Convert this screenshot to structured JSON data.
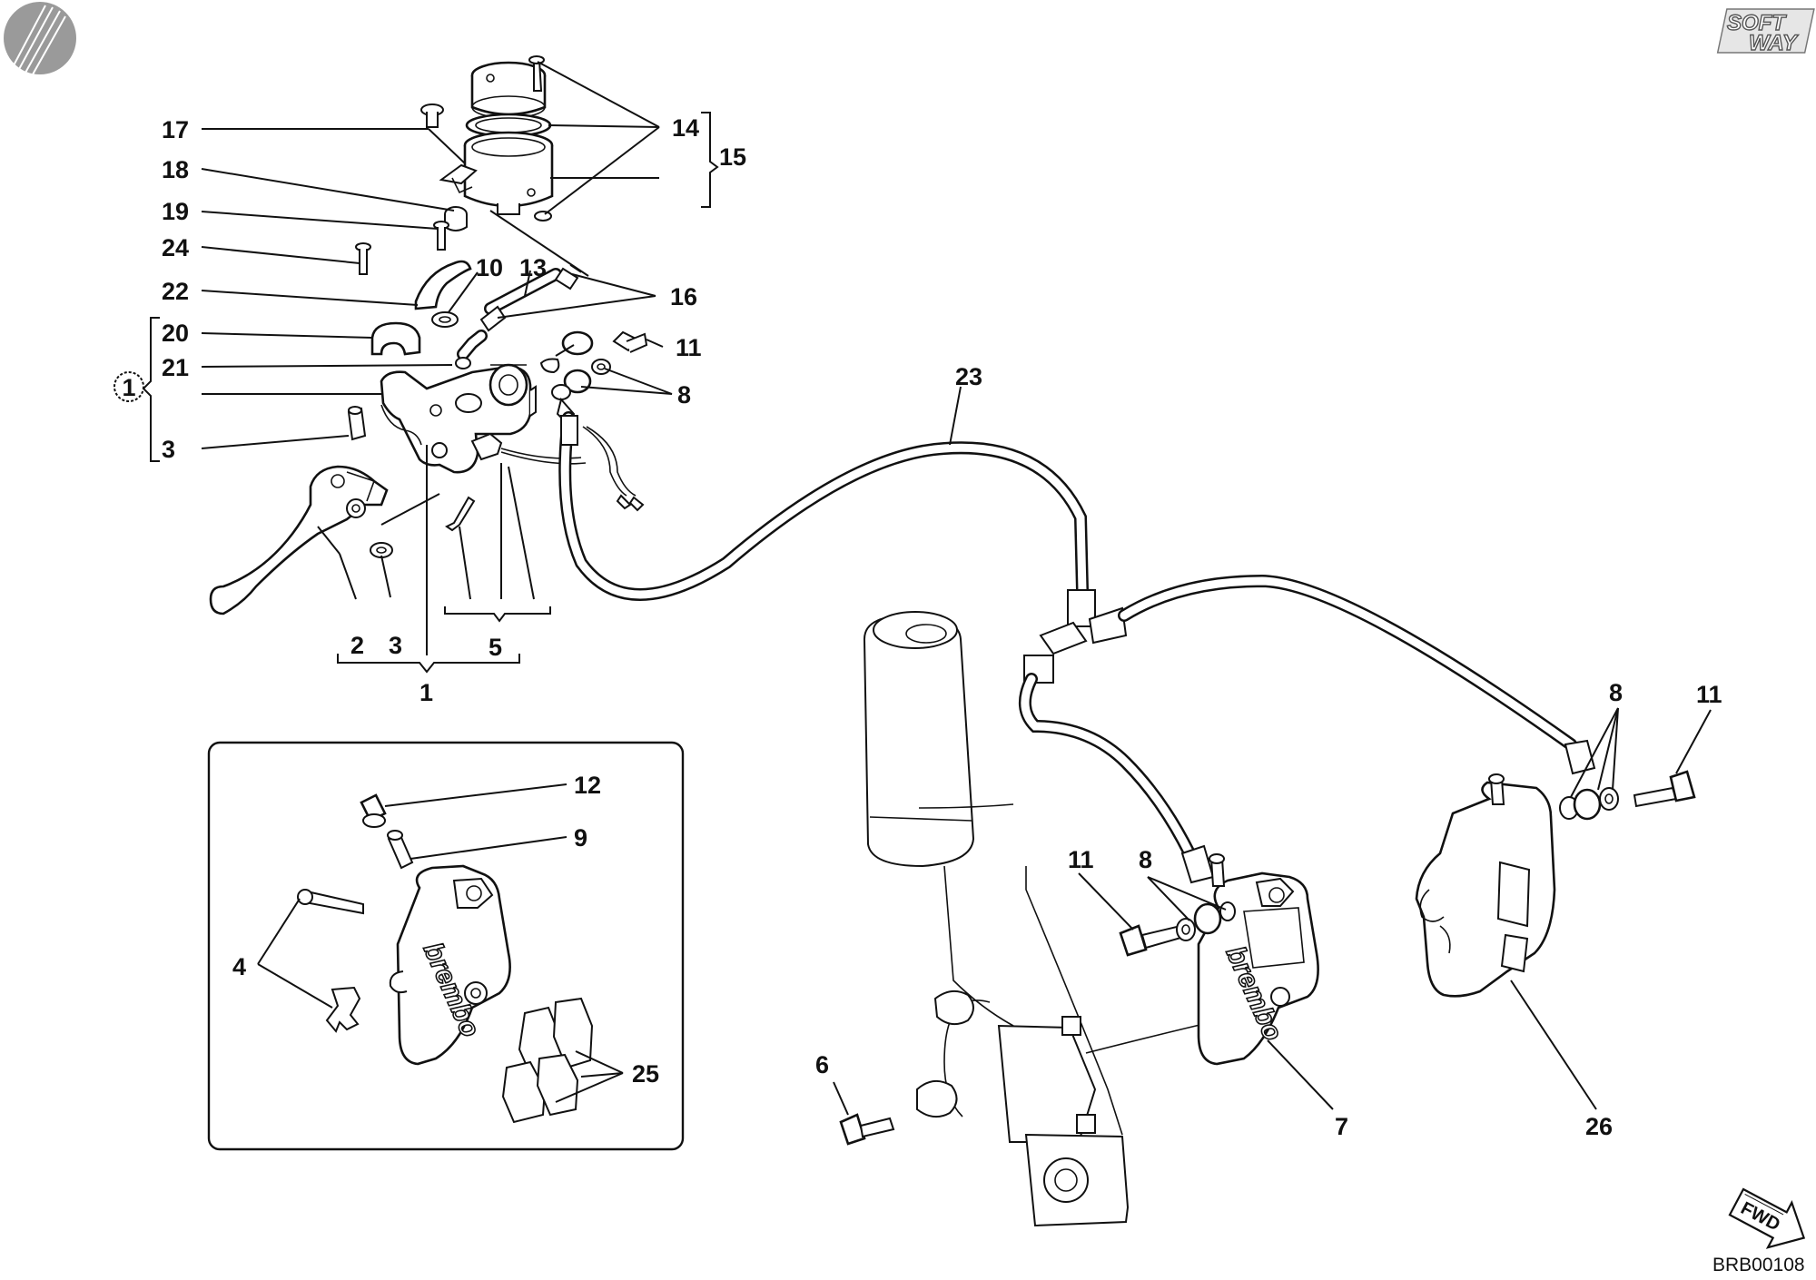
{
  "logo": {
    "line1": "SOFT",
    "line2": "WAY"
  },
  "drawing_code": "BRB00108",
  "fwd_label": "FWD",
  "brand_text": "brembo",
  "callouts": {
    "c1": "1",
    "c2": "2",
    "c3a": "3",
    "c3b": "3",
    "c4": "4",
    "c5": "5",
    "c6": "6",
    "c7": "7",
    "c8a": "8",
    "c8b": "8",
    "c8c": "8",
    "c9": "9",
    "c10": "10",
    "c11a": "11",
    "c11b": "11",
    "c11c": "11",
    "c12": "12",
    "c13": "13",
    "c14": "14",
    "c15": "15",
    "c16": "16",
    "c17": "17",
    "c18": "18",
    "c19": "19",
    "c20": "20",
    "c21": "21",
    "c22": "22",
    "c23": "23",
    "c24": "24",
    "c25": "25",
    "c26": "26",
    "assembly": "1"
  }
}
